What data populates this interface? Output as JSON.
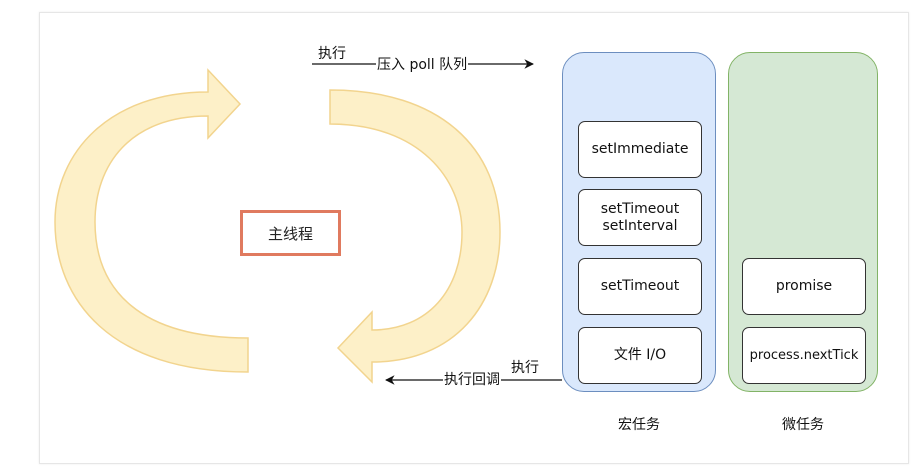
{
  "main_thread": {
    "label": "主线程"
  },
  "top_arrow": {
    "execute": "执行",
    "push": "压入 poll 队列"
  },
  "bottom_arrow": {
    "execute": "执行",
    "callback": "执行回调"
  },
  "macro_tasks": {
    "caption": "宏任务",
    "items": [
      "setImmediate",
      "setTimeout\nsetInterval",
      "setTimeout",
      "文件 I/O"
    ]
  },
  "micro_tasks": {
    "caption": "微任务",
    "items": [
      "promise",
      "process.nextTick"
    ]
  },
  "colors": {
    "cycle_arrow_fill": "#fdf0c8",
    "cycle_arrow_stroke": "#f2d48e",
    "macro_fill": "#dae8fc",
    "macro_stroke": "#6c8ebf",
    "micro_fill": "#d5e8d4",
    "micro_stroke": "#82b366",
    "main_border": "#e07a5f"
  }
}
